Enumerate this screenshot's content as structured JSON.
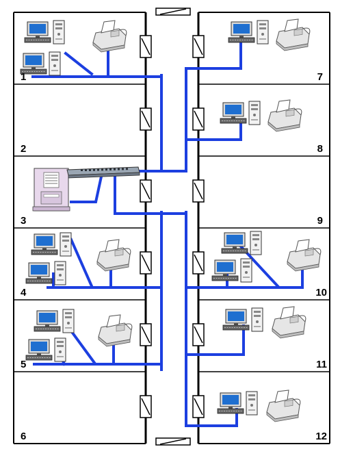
{
  "colors": {
    "cable": "#1c3fe0",
    "wall": "#000000",
    "background": "#ffffff",
    "monitor_screen": "#1f6fd0",
    "server": "#e8d8ec"
  },
  "rooms": [
    {
      "label": "1",
      "side": "left",
      "floor": 1,
      "devices": [
        "pc",
        "pc",
        "printer"
      ]
    },
    {
      "label": "2",
      "side": "left",
      "floor": 2,
      "devices": []
    },
    {
      "label": "3",
      "side": "left",
      "floor": 3,
      "devices": [
        "server",
        "switch"
      ]
    },
    {
      "label": "4",
      "side": "left",
      "floor": 4,
      "devices": [
        "pc",
        "pc",
        "printer"
      ]
    },
    {
      "label": "5",
      "side": "left",
      "floor": 5,
      "devices": [
        "pc",
        "pc",
        "printer"
      ]
    },
    {
      "label": "6",
      "side": "left",
      "floor": 6,
      "devices": []
    },
    {
      "label": "7",
      "side": "right",
      "floor": 1,
      "devices": [
        "pc",
        "printer"
      ]
    },
    {
      "label": "8",
      "side": "right",
      "floor": 2,
      "devices": [
        "pc",
        "printer"
      ]
    },
    {
      "label": "9",
      "side": "right",
      "floor": 3,
      "devices": []
    },
    {
      "label": "10",
      "side": "right",
      "floor": 4,
      "devices": [
        "pc",
        "pc",
        "printer"
      ]
    },
    {
      "label": "11",
      "side": "right",
      "floor": 5,
      "devices": [
        "pc",
        "printer"
      ]
    },
    {
      "label": "12",
      "side": "right",
      "floor": 6,
      "devices": [
        "pc",
        "printer"
      ]
    }
  ],
  "icons": {
    "door": "door-icon",
    "pc": "desktop-computer-icon",
    "printer": "printer-icon",
    "server": "server-icon",
    "switch": "network-switch-icon"
  }
}
